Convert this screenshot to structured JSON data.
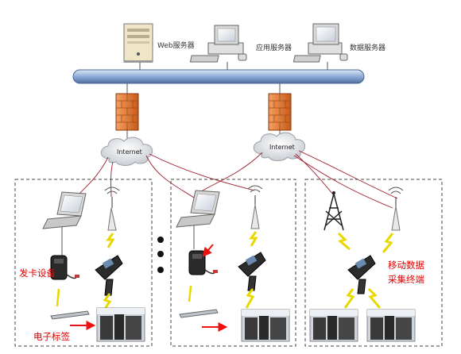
{
  "servers": {
    "web": {
      "label": "Web服务器",
      "icon": "tower-server-icon"
    },
    "app": {
      "label": "应用服务器",
      "icon": "desktop-computer-icon"
    },
    "db": {
      "label": "数据服务器",
      "icon": "desktop-computer-icon"
    }
  },
  "network": {
    "cloud_left": "Internet",
    "cloud_right": "Internet"
  },
  "labels": {
    "card_issuer": "发卡设备",
    "electronic_tag": "电子标签",
    "mobile_terminal_line1": "移动数据",
    "mobile_terminal_line2": "采集终端"
  },
  "colors": {
    "backbone": "#7a98c8",
    "firewall": "#e0782a",
    "link_line": "#a02030",
    "label_red": "#e60000",
    "arrow_red": "#ee1111",
    "lightning": "#e8d800"
  }
}
